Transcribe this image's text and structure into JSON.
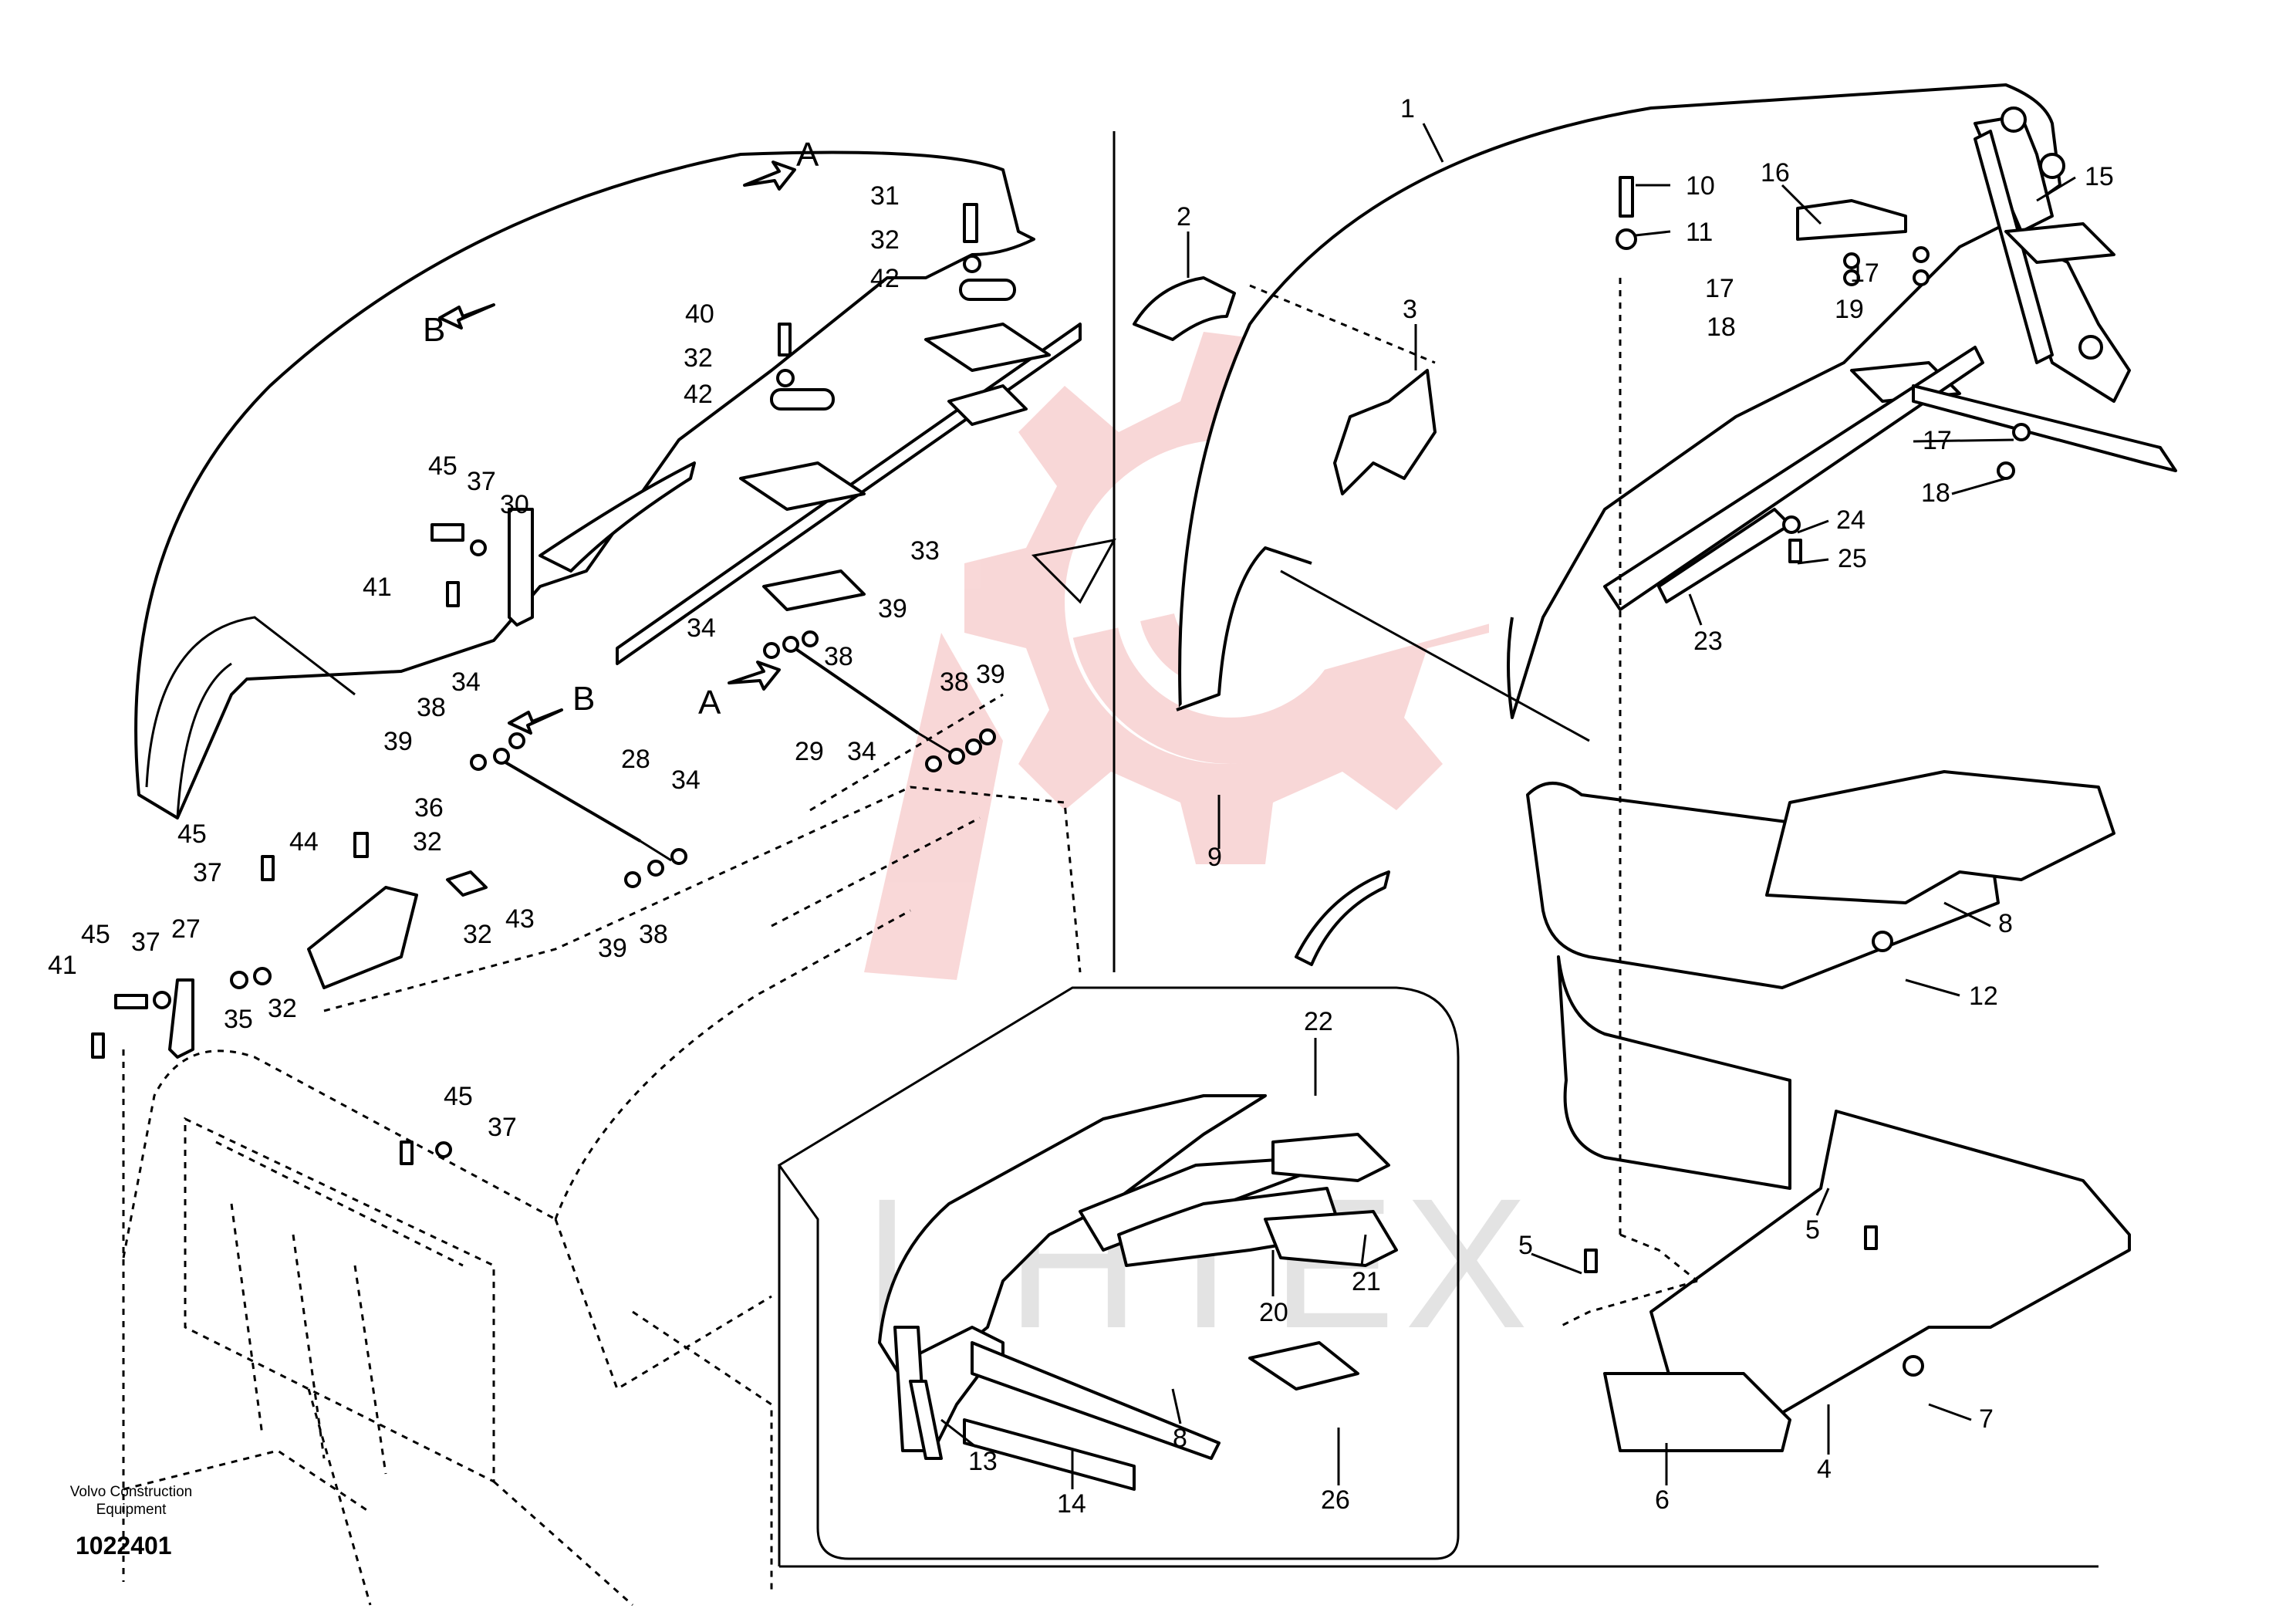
{
  "watermark": {
    "letters": "ИНТЕХ",
    "logo_color": "#f6c8c8",
    "text_color": "#bbbbbb"
  },
  "manufacturer": "Volvo Construction Equipment",
  "drawing_number": "1022401",
  "view_markers": {
    "a": "A",
    "b": "B"
  },
  "callouts": [
    "1",
    "2",
    "3",
    "4",
    "5",
    "6",
    "7",
    "8",
    "9",
    "10",
    "11",
    "12",
    "13",
    "14",
    "15",
    "16",
    "17",
    "18",
    "19",
    "20",
    "21",
    "22",
    "23",
    "24",
    "25",
    "26",
    "27",
    "28",
    "29",
    "30",
    "31",
    "32",
    "33",
    "34",
    "35",
    "36",
    "37",
    "38",
    "39",
    "40",
    "41",
    "42",
    "43",
    "44",
    "45"
  ],
  "line_color": "#000000"
}
